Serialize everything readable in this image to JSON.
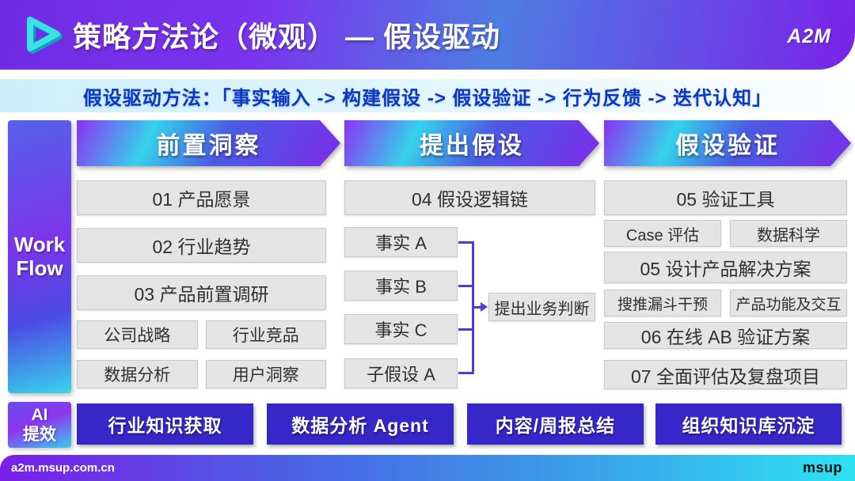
{
  "colors": {
    "header_purple": "#7a22e9",
    "header_blue": "#4e7ce2",
    "accent_cyan": "#35d2ec",
    "method_text_blue": "#0a38c2",
    "connector_blue": "#4a3ce0",
    "ai_button_indigo": "#3727c9",
    "box_gray": "#e4e4e4"
  },
  "header": {
    "title": "策略方法论（微观） — 假设驱动",
    "brand": "A2M"
  },
  "method_bar": {
    "text": "假设驱动方法：「事实输入 -> 构建假设 -> 假设验证 -> 行为反馈 -> 迭代认知」"
  },
  "sidebar": {
    "label": "Work Flow"
  },
  "col1": {
    "title": "前置洞察",
    "full_items": [
      "01 产品愿景",
      "02 行业趋势",
      "03 产品前置调研"
    ],
    "pairs": [
      [
        "公司战略",
        "行业竞品"
      ],
      [
        "数据分析",
        "用户洞察"
      ]
    ]
  },
  "col2": {
    "title": "提出假设",
    "full": "04 假设逻辑链",
    "facts": [
      "事实 A",
      "事实 B",
      "事实 C",
      "子假设 A"
    ],
    "result": "提出业务判断"
  },
  "col3": {
    "title": "假设验证",
    "full1": "05 验证工具",
    "pair1": [
      "Case 评估",
      "数据科学"
    ],
    "full2": "05 设计产品解决方案",
    "pair2": [
      "搜推漏斗干预",
      "产品功能及交互"
    ],
    "full3": "06 在线 AB 验证方案",
    "full4": "07 全面评估及复盘项目"
  },
  "ai": {
    "badge_line1": "AI",
    "badge_line2": "提效",
    "buttons": [
      "行业知识获取",
      "数据分析 Agent",
      "内容/周报总结",
      "组织知识库沉淀"
    ]
  },
  "footer": {
    "site": "a2m.msup.com.cn",
    "brand": "msup"
  }
}
